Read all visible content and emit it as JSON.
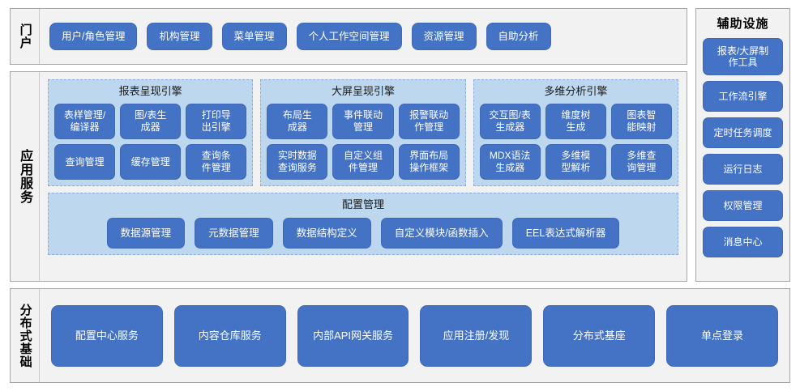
{
  "colors": {
    "button_blue": "#4472C4",
    "subpanel_blue": "#BDD7EE",
    "panel_gray": "#F2F2F2",
    "panel_border": "#A6A6A6"
  },
  "portal": {
    "label": "门户",
    "items": [
      "用户/角色管理",
      "机构管理",
      "菜单管理",
      "个人工作空间管理",
      "资源管理",
      "自助分析"
    ]
  },
  "app_services": {
    "label": "应用服务",
    "engines": [
      {
        "title": "报表呈现引擎",
        "items": [
          "表样管理/\n编译器",
          "图/表生\n成器",
          "打印导\n出引擎",
          "查询管理",
          "缓存管理",
          "查询条\n件管理"
        ]
      },
      {
        "title": "大屏呈现引擎",
        "items": [
          "布局生\n成器",
          "事件联动\n管理",
          "报警联动\n作管理",
          "实时数据\n查询服务",
          "自定义组\n件管理",
          "界面布局\n操作框架"
        ]
      },
      {
        "title": "多维分析引擎",
        "items": [
          "交互图/表\n生成器",
          "维度树\n生成",
          "图表智\n能映射",
          "MDX语法\n生成器",
          "多维模\n型解析",
          "多维查\n询管理"
        ]
      }
    ],
    "config": {
      "title": "配置管理",
      "items": [
        "数据源管理",
        "元数据管理",
        "数据结构定义",
        "自定义模块/函数插入",
        "EEL表达式解析器"
      ]
    }
  },
  "auxiliary": {
    "title": "辅助设施",
    "items": [
      "报表/大屏制\n作工具",
      "工作流引擎",
      "定时任务调度",
      "运行日志",
      "权限管理",
      "消息中心"
    ]
  },
  "distributed": {
    "label": "分布式基础",
    "items": [
      "配置中心服务",
      "内容仓库服务",
      "内部API网关服务",
      "应用注册/发现",
      "分布式基座",
      "单点登录"
    ]
  }
}
